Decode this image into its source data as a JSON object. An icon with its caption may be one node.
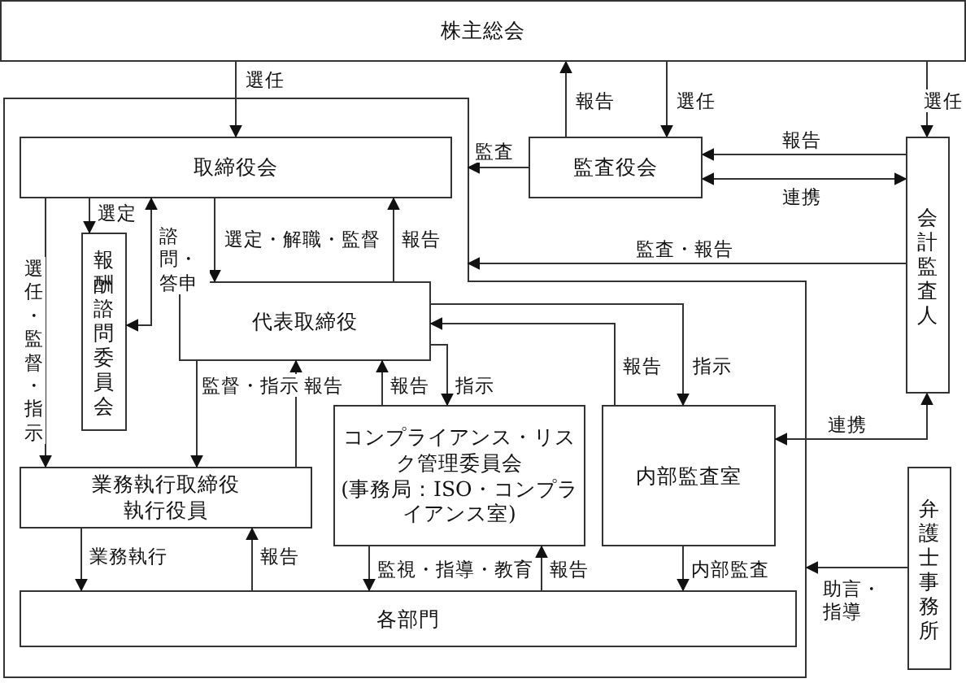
{
  "diagram": {
    "nodes": [
      {
        "text": [
          "株主総会"
        ]
      },
      {
        "text": [],
        "shape": "polygon"
      },
      {
        "text": [
          "取締役会"
        ],
        "in": 1
      },
      {
        "text": [
          "報酬諮問委員会"
        ],
        "in": 1
      },
      {
        "text": [
          "代表取締役"
        ],
        "in": 1
      },
      {
        "text": [
          "監査役会"
        ]
      },
      {
        "text": [
          "会計監査人"
        ]
      },
      {
        "text": [
          "業務執行取締役",
          "執行役員"
        ],
        "in": 1
      },
      {
        "text": [
          "コンプライアンス・リスク管理委員会",
          "(事務局：ISO・コンプライアンス室)"
        ],
        "in": 1
      },
      {
        "text": [
          "内部監査室"
        ],
        "in": 1
      },
      {
        "text": [
          "弁護士事務所"
        ]
      },
      {
        "text": [
          "各部門"
        ],
        "in": 1
      }
    ],
    "edges": [
      {
        "from": 0,
        "to": 2,
        "arrow": "to",
        "label": "選任"
      },
      {
        "from": 5,
        "to": 0,
        "arrow": "to",
        "label": "報告"
      },
      {
        "from": 0,
        "to": 5,
        "arrow": "to",
        "label": "選任"
      },
      {
        "from": 0,
        "to": 6,
        "arrow": "to",
        "label": "選任"
      },
      {
        "from": 5,
        "to": 1,
        "arrow": "to",
        "label": "監査"
      },
      {
        "from": 6,
        "to": 5,
        "arrow": "to",
        "label": "報告"
      },
      {
        "from": 5,
        "to": 6,
        "arrow": "both",
        "label": "連携"
      },
      {
        "from": 6,
        "to": 1,
        "arrow": "to",
        "label": "監査・報告"
      },
      {
        "from": 2,
        "to": 3,
        "arrow": "to",
        "label": "選定"
      },
      {
        "from": 3,
        "to": 2,
        "arrow": "both",
        "label": "諮問・答申"
      },
      {
        "from": 2,
        "to": 4,
        "arrow": "to",
        "label": "選定・解職・監督"
      },
      {
        "from": 4,
        "to": 2,
        "arrow": "to",
        "label": "報告"
      },
      {
        "from": 2,
        "to": 7,
        "arrow": "to",
        "label": "選任・監督・指示"
      },
      {
        "from": 4,
        "to": 7,
        "arrow": "to",
        "label": "監督・指示"
      },
      {
        "from": 7,
        "to": 4,
        "arrow": "to",
        "label": "報告"
      },
      {
        "from": 8,
        "to": 4,
        "arrow": "to",
        "label": "報告"
      },
      {
        "from": 4,
        "to": 8,
        "arrow": "to",
        "label": "指示"
      },
      {
        "from": 4,
        "to": 9,
        "arrow": "to",
        "label": "指示"
      },
      {
        "from": 9,
        "to": 4,
        "arrow": "to",
        "label": "報告"
      },
      {
        "from": 9,
        "to": 6,
        "arrow": "both",
        "label": "連携"
      },
      {
        "from": 7,
        "to": 11,
        "arrow": "to",
        "label": "業務執行"
      },
      {
        "from": 11,
        "to": 7,
        "arrow": "to",
        "label": "報告"
      },
      {
        "from": 8,
        "to": 11,
        "arrow": "to",
        "label": "監視・指導・教育"
      },
      {
        "from": 11,
        "to": 8,
        "arrow": "to",
        "label": "報告"
      },
      {
        "from": 9,
        "to": 11,
        "arrow": "to",
        "label": "内部監査"
      },
      {
        "from": 10,
        "to": 1,
        "arrow": "to",
        "label": "助言・指導"
      }
    ]
  }
}
